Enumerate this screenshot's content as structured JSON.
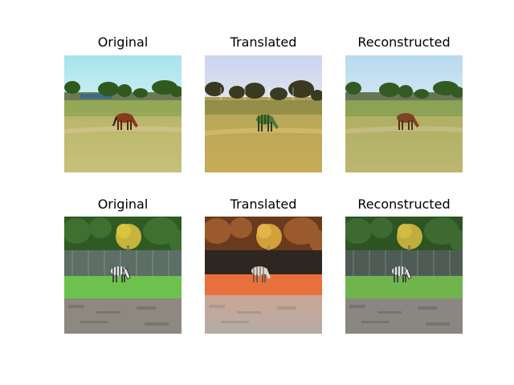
{
  "figure": {
    "rows": [
      {
        "row_subject": "horse",
        "panels": [
          {
            "title": "Original",
            "image": "horse-grazing-field-photo"
          },
          {
            "title": "Translated",
            "image": "horse-to-zebra-translated-photo"
          },
          {
            "title": "Reconstructed",
            "image": "horse-reconstructed-photo"
          }
        ]
      },
      {
        "row_subject": "zebra",
        "panels": [
          {
            "title": "Original",
            "image": "zebra-grazing-fence-photo"
          },
          {
            "title": "Translated",
            "image": "zebra-to-horse-translated-photo"
          },
          {
            "title": "Reconstructed",
            "image": "zebra-reconstructed-photo"
          }
        ]
      }
    ]
  }
}
